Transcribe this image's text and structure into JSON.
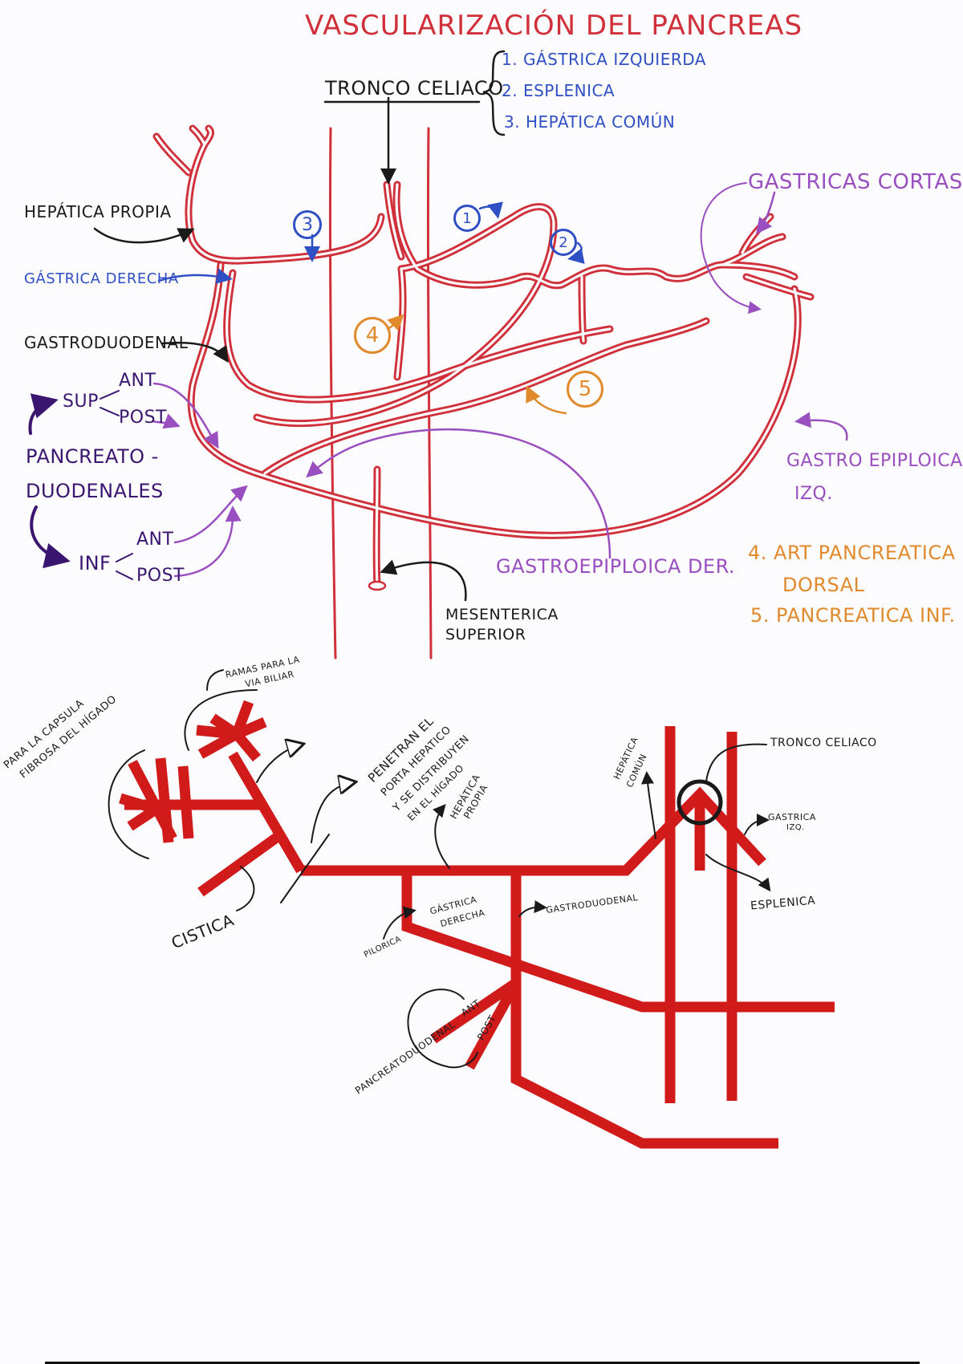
{
  "title": "Vascularización del Pancreas",
  "top_diagram": {
    "tronco_celiaco": {
      "label": "Tronco Celiaco",
      "branches": [
        "1. Gástrica Izquierda",
        "2. Esplenica",
        "3. Hepática común"
      ]
    },
    "labels": {
      "hepatica_propia": "Hepática propia",
      "gastrica_derecha": "Gástrica derecha",
      "gastroduodenal": "Gastroduodenal",
      "sup": "Sup",
      "sup_ant": "Ant",
      "sup_post": "Post",
      "pancreatoduodenales_1": "Pancreato -",
      "pancreatoduodenales_2": "duodenales",
      "inf": "Inf",
      "inf_ant": "Ant",
      "inf_post": "Post",
      "gastricas_cortas": "Gastricas Cortas",
      "gastroepiploica_izq_1": "Gastro epiploica",
      "gastroepiploica_izq_2": "Izq.",
      "gastroepiploica_der": "Gastroepiploica der.",
      "mesenterica_1": "Mesenterica",
      "mesenterica_2": "Superior"
    },
    "markers": {
      "m1": "1",
      "m2": "2",
      "m3": "3",
      "m4": "4",
      "m5": "5"
    },
    "legend": {
      "item4_1": "4. Art Pancreatica",
      "item4_2": "Dorsal",
      "item5": "5. Pancreatica Inf."
    }
  },
  "bottom_diagram": {
    "labels": {
      "ramas_1": "Ramas para la",
      "ramas_2": "via biliar",
      "capsula_1": "Para la capsula",
      "capsula_2": "fibrosa del hígado",
      "penetran_1": "Penetran el",
      "penetran_2": "porta hepatico",
      "penetran_3": "y se distribuyen",
      "penetran_4": "en el hígado",
      "hepatica_propia_1": "Hepática",
      "hepatica_propia_2": "propia",
      "cistica": "Cistica",
      "hepatica_comun_1": "Hepática",
      "hepatica_comun_2": "común",
      "tronco_celiaco": "Tronco celiaco",
      "gastrica_izq_1": "Gastrica",
      "gastrica_izq_2": "Izq.",
      "esplenica": "Esplenica",
      "gastroduodenal": "Gastroduodenal",
      "gastrica_derecha_1": "Gástrica",
      "gastrica_derecha_2": "derecha",
      "pilorica": "Pilorica",
      "pancreatoduodenal": "Pancreatoduodenal",
      "ant": "Ant",
      "post": "Post"
    }
  },
  "colors": {
    "artery": "#d0303a",
    "artery_solid": "#d11a1a",
    "blue": "#2f4fc4",
    "purple": "#9a4fc0",
    "dark_purple": "#3b1670",
    "orange": "#e08a2c",
    "ink": "#1a1a1a"
  }
}
